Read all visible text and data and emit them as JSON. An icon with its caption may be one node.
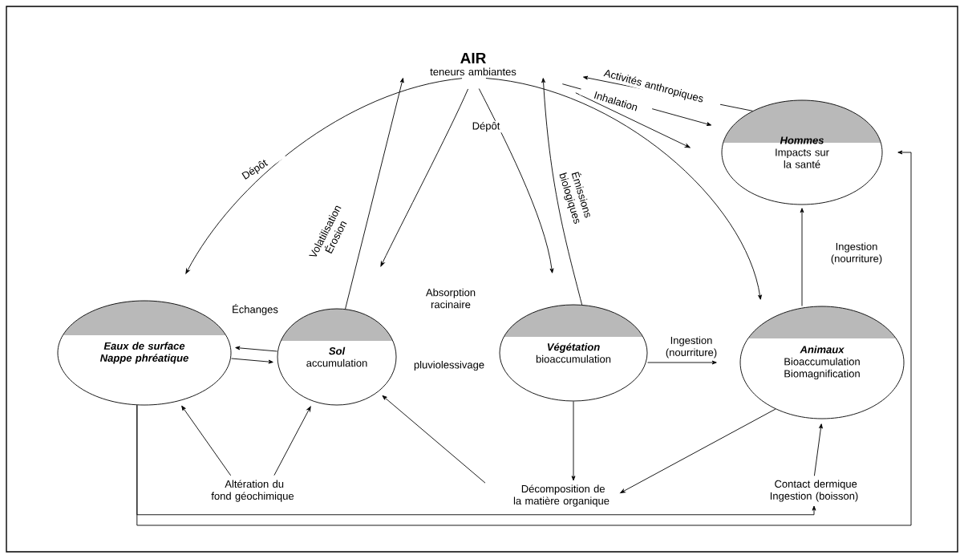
{
  "diagram": {
    "nodes": [
      {
        "text": [
          "AIR",
          "teneurs ambiantes"
        ]
      },
      {
        "text": [
          "Hommes",
          "Impacts sur la santé"
        ]
      },
      {
        "text": [
          "Eaux de surface",
          "Nappe phréatique"
        ]
      },
      {
        "text": [
          "Sol",
          "accumulation"
        ]
      },
      {
        "text": [
          "Végétation",
          "bioaccumulation"
        ]
      },
      {
        "text": [
          "Animaux",
          "Bioaccumulation",
          "Biomagnification"
        ]
      },
      {
        "text": [
          "Altération du fond géochimique"
        ]
      },
      {
        "text": [
          "Décomposition de la matière organique"
        ]
      },
      {
        "text": [
          "Contact dermique Ingestion (boisson)"
        ]
      }
    ],
    "edges": [
      {
        "from": 0,
        "to": 2,
        "arrow": "to",
        "label": "Dépôt"
      },
      {
        "from": 3,
        "to": 0,
        "arrow": "to",
        "label": "Volatilisation Érosion"
      },
      {
        "from": 0,
        "to": 3,
        "arrow": "to"
      },
      {
        "from": 0,
        "to": 4,
        "arrow": "to",
        "label": "Dépôt"
      },
      {
        "from": 4,
        "to": 0,
        "arrow": "to",
        "label": "Émissions biologiques"
      },
      {
        "from": 0,
        "to": 5,
        "arrow": "to"
      },
      {
        "from": 1,
        "to": 0,
        "arrow": "to",
        "label": "Activités anthropiques"
      },
      {
        "from": 0,
        "to": 1,
        "arrow": "to"
      },
      {
        "from": 0,
        "to": 1,
        "arrow": "to",
        "label": "Inhalation"
      },
      {
        "from": 3,
        "to": 2,
        "arrow": "to",
        "label": "Échanges"
      },
      {
        "from": 2,
        "to": 3,
        "arrow": "to"
      },
      {
        "from": 6,
        "to": 2,
        "arrow": "to"
      },
      {
        "from": 6,
        "to": 3,
        "arrow": "to"
      },
      {
        "from": 7,
        "to": 3,
        "arrow": "to"
      },
      {
        "from": 4,
        "to": 7,
        "arrow": "to"
      },
      {
        "from": 5,
        "to": 7,
        "arrow": "to"
      },
      {
        "from": 4,
        "to": 5,
        "arrow": "to",
        "label": "Ingestion (nourriture)"
      },
      {
        "from": 5,
        "to": 1,
        "arrow": "to",
        "label": "Ingestion (nourriture)"
      },
      {
        "from": 8,
        "to": 5,
        "arrow": "to"
      },
      {
        "from": 2,
        "to": 8,
        "arrow": "to"
      },
      {
        "from": 2,
        "to": 1,
        "arrow": "to"
      }
    ],
    "labels": [
      "Absorption racinaire",
      "pluviolessivage"
    ]
  }
}
